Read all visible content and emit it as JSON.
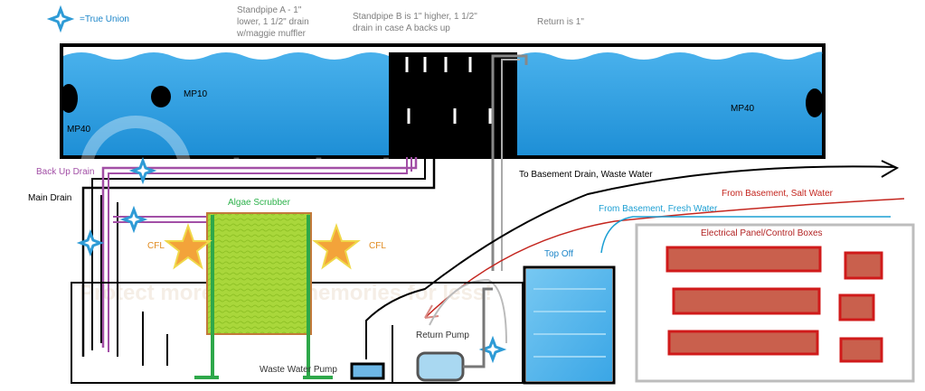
{
  "legend": {
    "symbol_label": "=True Union",
    "icon": "four-point-sparkle-icon",
    "icon_color": "#2e9bd6"
  },
  "notes": {
    "standpipe_a": [
      "Standpipe A - 1\"",
      "lower, 1 1/2\" drain",
      "w/maggie muffler"
    ],
    "standpipe_b": [
      "Standpipe B is 1\" higher, 1 1/2\"",
      "drain in case A backs up"
    ],
    "return": "Return is 1\""
  },
  "tank": {
    "water_color": "#2e9ce0",
    "pumps": {
      "mp10": "MP10",
      "mp40_left": "MP40",
      "mp40_right": "MP40"
    }
  },
  "plumbing": {
    "back_up_drain": "Back Up Drain",
    "main_drain": "Main Drain",
    "to_basement_drain": "To Basement Drain, Waste Water",
    "from_basement_salt": "From Basement, Salt Water",
    "from_basement_fresh": "From Basement, Fresh Water",
    "colors": {
      "back_up_drain": "#a24fa6",
      "salt_water": "#c4261f",
      "fresh_water": "#1c9fd3"
    }
  },
  "sump": {
    "algae_scrubber": "Algae Scrubber",
    "cfl_left": "CFL",
    "cfl_right": "CFL",
    "waste_water_pump": "Waste Water Pump",
    "return_pump": "Return Pump",
    "scrubber_color": "#a6d93a"
  },
  "top_off": {
    "label": "Top Off"
  },
  "electrical": {
    "label": "Electrical Panel/Control Boxes",
    "box_fill": "#c9604d",
    "box_border": "#d01a1a"
  },
  "watermark": {
    "line1": "photobucket",
    "line2": "Protect more of your memories for less!"
  }
}
